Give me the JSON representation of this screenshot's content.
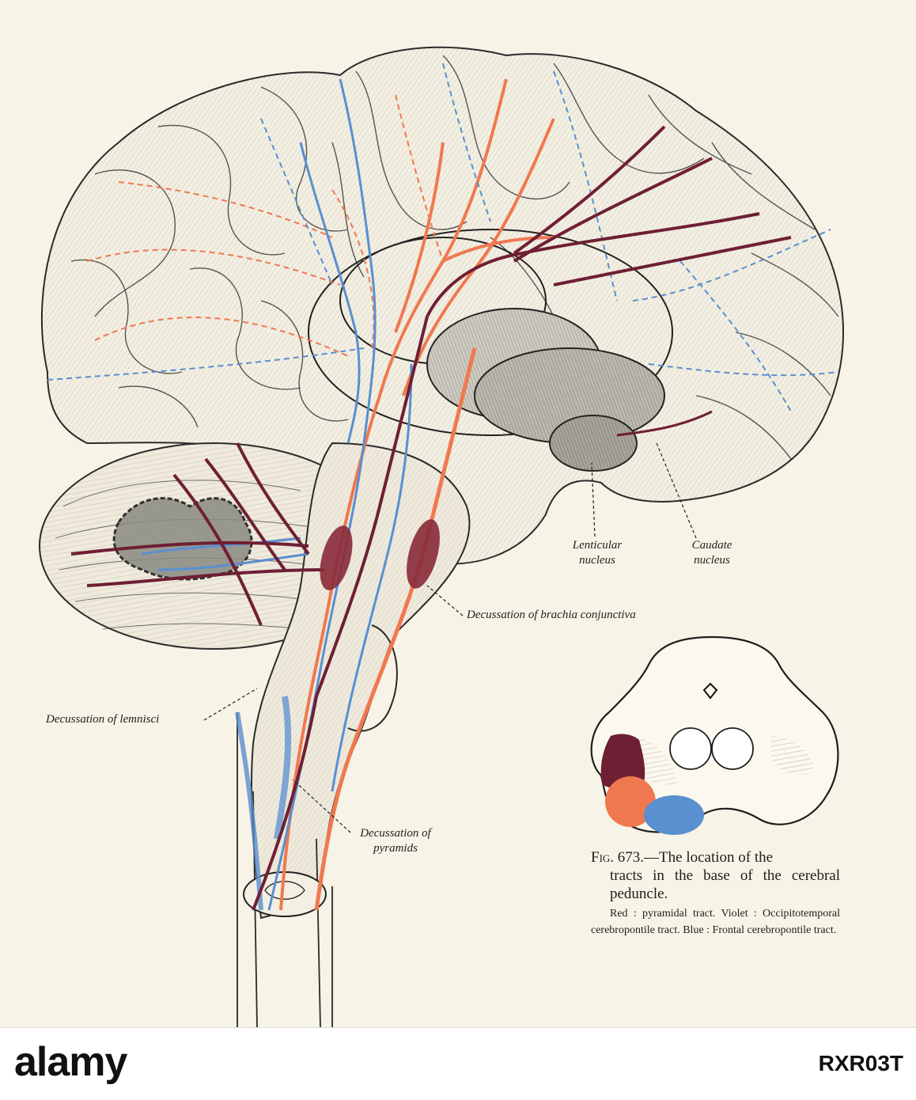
{
  "labels": {
    "lenticular_line1": "Lenticular",
    "lenticular_line2": "nucleus",
    "caudate_line1": "Caudate",
    "caudate_line2": "nucleus",
    "brachia": "Decussation of brachia conjunctiva",
    "lemnisci": "Decussation of lemnisci",
    "pyramids_line1": "Decussation of",
    "pyramids_line2": "pyramids"
  },
  "caption": {
    "fig_label": "Fig. 673.",
    "fig_text_first": "—The location of the",
    "fig_text_rest": "tracts in the base of the cerebral peduncle.",
    "legend_red": "Red : pyramidal tract.",
    "legend_violet": "Violet : Occipitotemporal cerebropontile tract.",
    "legend_blue": "Blue : Frontal cerebropontile tract."
  },
  "tract_colors": {
    "red": "#f07850",
    "violet": "#6e1f34",
    "blue": "#5a8fd0"
  },
  "footer": {
    "watermark": "alamy",
    "image_id": "RXR03T"
  }
}
